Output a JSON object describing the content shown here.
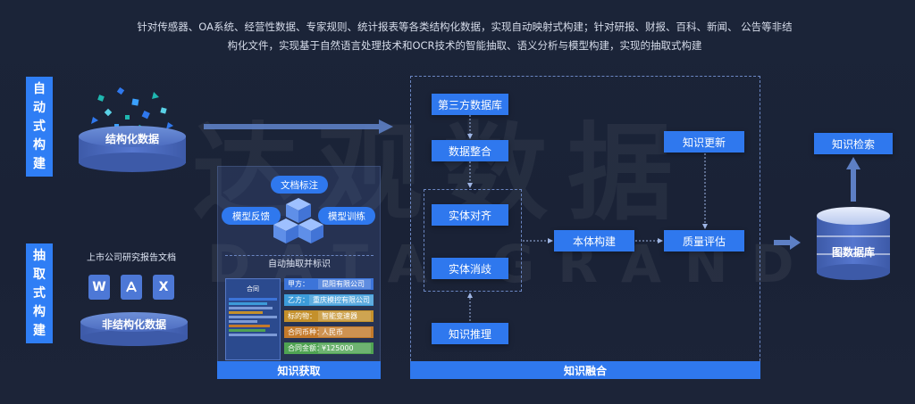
{
  "intro": {
    "line1": "针对传感器、OA系统、经营性数据、专家规则、统计报表等各类结构化数据，实现自动映射式构建；针对研报、财报、百科、新闻、 公告等非结",
    "line2": "构化文件，实现基于自然语言处理技术和OCR技术的智能抽取、语义分析与模型构建，实现的抽取式构建"
  },
  "watermark": {
    "cn": "达观数据",
    "en": "DATA GRAND"
  },
  "side_labels": {
    "auto": [
      "自",
      "动",
      "式",
      "构",
      "建"
    ],
    "extract": [
      "抽",
      "取",
      "式",
      "构",
      "建"
    ]
  },
  "structured": {
    "label": "结构化数据"
  },
  "unstructured": {
    "title": "上市公司研究报告文档",
    "label": "非结构化数据",
    "icons": [
      "W",
      "A",
      "X"
    ]
  },
  "acquisition": {
    "doc_annotate": "文档标注",
    "model_feedback": "模型反馈",
    "model_train": "模型训练",
    "auto_extract": "自动抽取并标识",
    "doc_title": "合同",
    "fields": [
      {
        "key": "甲方：",
        "value": "昆阳有限公司",
        "color": "#3c74d9"
      },
      {
        "key": "乙方：",
        "value": "重庆模控有限公司",
        "color": "#3c9bd9"
      },
      {
        "key": "标的物：",
        "value": "智能变速器",
        "color": "#c4902b"
      },
      {
        "key": "合同币种：",
        "value": "人民币",
        "color": "#c47a2b"
      },
      {
        "key": "合同金额：",
        "value": "¥125000",
        "color": "#4fa352"
      }
    ],
    "footer": "知识获取"
  },
  "fusion": {
    "third_party_db": "第三方数据库",
    "data_integration": "数据整合",
    "entity_alignment": "实体对齐",
    "entity_disambiguation": "实体消歧",
    "knowledge_inference": "知识推理",
    "ontology_construction": "本体构建",
    "knowledge_update": "知识更新",
    "quality_assessment": "质量评估",
    "footer": "知识融合"
  },
  "output": {
    "knowledge_search": "知识检索",
    "graph_db": "图数据库"
  },
  "colors": {
    "accent": "#2f78ee",
    "background": "#1b2438",
    "arrow": "#5d7fc4"
  }
}
